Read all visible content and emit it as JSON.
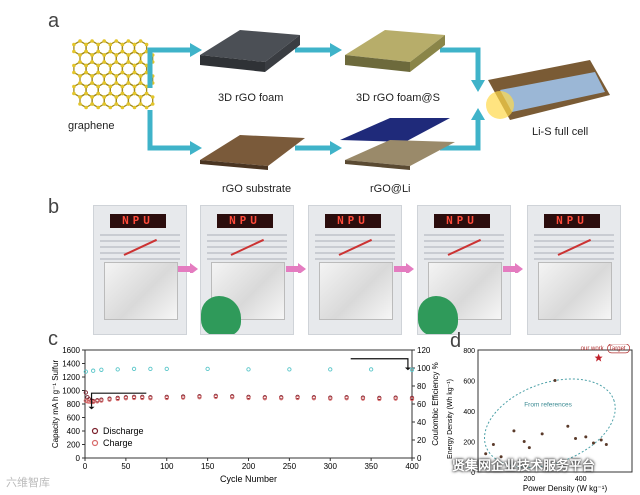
{
  "panels": {
    "a": "a",
    "b": "b",
    "c": "c",
    "d": "d"
  },
  "panel_a": {
    "graphene": "graphene",
    "foam": "3D rGO foam",
    "foam_s": "3D rGO foam@S",
    "substrate": "rGO substrate",
    "rgo_li": "rGO@Li",
    "full_cell": "Li-S full cell"
  },
  "panel_b": {
    "npu": "NPU"
  },
  "colors": {
    "accent_arrow": "#3fb3c9",
    "pink_arrow": "#e47cc0",
    "discharge": "#7a1f2b",
    "charge": "#d86a6a",
    "efficiency": "#59c6c9",
    "star": "#c0202a"
  },
  "chart_data": [
    {
      "type": "scatter",
      "xlabel": "Cycle Number",
      "ylabel": "Capacity mA h g⁻¹ Sulfur",
      "y2label": "Coulombic Efficiency %",
      "xlim": [
        0,
        400
      ],
      "ylim": [
        0,
        1600
      ],
      "y2lim": [
        0,
        120
      ],
      "xticks": [
        "0",
        "50",
        "100",
        "150",
        "200",
        "250",
        "300",
        "350",
        "400"
      ],
      "yticks": [
        "0",
        "200",
        "400",
        "600",
        "800",
        "1000",
        "1200",
        "1400",
        "1600"
      ],
      "y2ticks": [
        "0",
        "20",
        "40",
        "60",
        "80",
        "100",
        "120"
      ],
      "legend": [
        "Discharge",
        "Charge"
      ],
      "legend_position": "bottom-left",
      "series": [
        {
          "name": "Discharge",
          "x": [
            1,
            3,
            5,
            8,
            10,
            15,
            20,
            30,
            40,
            50,
            60,
            70,
            80,
            100,
            120,
            140,
            160,
            180,
            200,
            220,
            240,
            260,
            280,
            300,
            320,
            340,
            360,
            380,
            400
          ],
          "values": [
            970,
            900,
            870,
            850,
            845,
            855,
            865,
            880,
            890,
            900,
            905,
            905,
            900,
            905,
            910,
            915,
            920,
            915,
            905,
            900,
            900,
            905,
            900,
            895,
            900,
            895,
            890,
            895,
            890
          ]
        },
        {
          "name": "Charge",
          "x": [
            1,
            3,
            5,
            8,
            10,
            15,
            20,
            30,
            40,
            50,
            60,
            70,
            80,
            100,
            120,
            140,
            160,
            180,
            200,
            220,
            240,
            260,
            280,
            300,
            320,
            340,
            360,
            380,
            400
          ],
          "values": [
            850,
            840,
            835,
            830,
            830,
            840,
            850,
            865,
            875,
            885,
            890,
            890,
            885,
            890,
            895,
            900,
            905,
            900,
            890,
            885,
            885,
            890,
            885,
            880,
            885,
            880,
            875,
            880,
            875
          ]
        },
        {
          "name": "",
          "axis": "y2",
          "x": [
            1,
            10,
            20,
            40,
            60,
            80,
            100,
            150,
            200,
            250,
            300,
            350,
            400
          ],
          "values": [
            96,
            97,
            98,
            98.5,
            99,
            99,
            99,
            99,
            98.5,
            98.5,
            98.5,
            98.5,
            98
          ]
        }
      ]
    },
    {
      "type": "scatter",
      "xlabel": "Power Density (W kg⁻¹)",
      "ylabel": "Energy Density (Wh kg⁻¹)",
      "xlim": [
        0,
        600
      ],
      "ylim": [
        0,
        800
      ],
      "xticks": [
        "200",
        "400"
      ],
      "yticks": [
        "0",
        "200",
        "400",
        "600",
        "800"
      ],
      "annotations": [
        "From references",
        "our work",
        "Target"
      ],
      "series": [
        {
          "name": "",
          "x": [
            30,
            60,
            90,
            140,
            180,
            200,
            250,
            300,
            350,
            380,
            420,
            450,
            480,
            500
          ],
          "values": [
            120,
            180,
            100,
            270,
            200,
            160,
            250,
            600,
            300,
            220,
            230,
            190,
            210,
            180
          ]
        },
        {
          "name": "our work",
          "x": [
            470
          ],
          "values": [
            750
          ]
        }
      ]
    }
  ],
  "watermark": {
    "left": "六维智库",
    "right": "贤集网企业技术服务平台"
  }
}
